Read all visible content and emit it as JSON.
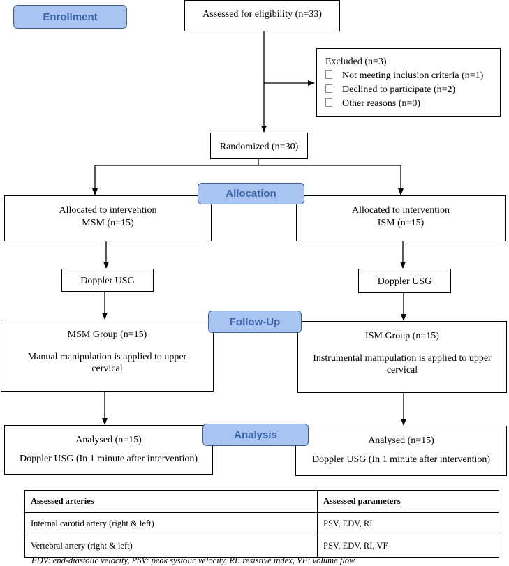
{
  "stages": {
    "enrollment": "Enrollment",
    "allocation": "Allocation",
    "follow_up": "Follow-Up",
    "analysis": "Analysis"
  },
  "eligibility": "Assessed for eligibility (n=33)",
  "excluded": {
    "title": "Excluded  (n=3)",
    "items": [
      "Not meeting inclusion criteria (n=1)",
      "Declined to participate (n=2)",
      "Other reasons (n=0)"
    ]
  },
  "randomized": "Randomized (n=30)",
  "left_arm": {
    "allocation_line1": "Allocated to intervention",
    "allocation_line2": "MSM (n=15)",
    "doppler": "Doppler USG",
    "group": "MSM Group (n=15)",
    "method_line1": "Manual manipulation is applied to upper",
    "method_line2": "cervical",
    "analysed": "Analysed (n=15)",
    "analysis_detail": "Doppler USG (In 1 minute after intervention)"
  },
  "right_arm": {
    "allocation_line1": "Allocated to intervention",
    "allocation_line2": "ISM (n=15)",
    "doppler": "Doppler USG",
    "group": "ISM Group (n=15)",
    "method_line1": "Instrumental manipulation is applied to upper",
    "method_line2": "cervical",
    "analysed": "Analysed (n=15)",
    "analysis_detail": "Doppler USG (In 1 minute after intervention)"
  },
  "table": {
    "headers": [
      "Assessed arteries",
      "Assessed parameters"
    ],
    "rows": [
      [
        "Internal carotid artery (right & left)",
        "PSV, EDV, RI"
      ],
      [
        "Vertebral artery (right & left)",
        "PSV, EDV, RI, VF"
      ]
    ]
  },
  "footnote": "EDV: end-diastolic velocity, PSV: peak systolic velocity, RI: resistive index, VF: volume flow."
}
